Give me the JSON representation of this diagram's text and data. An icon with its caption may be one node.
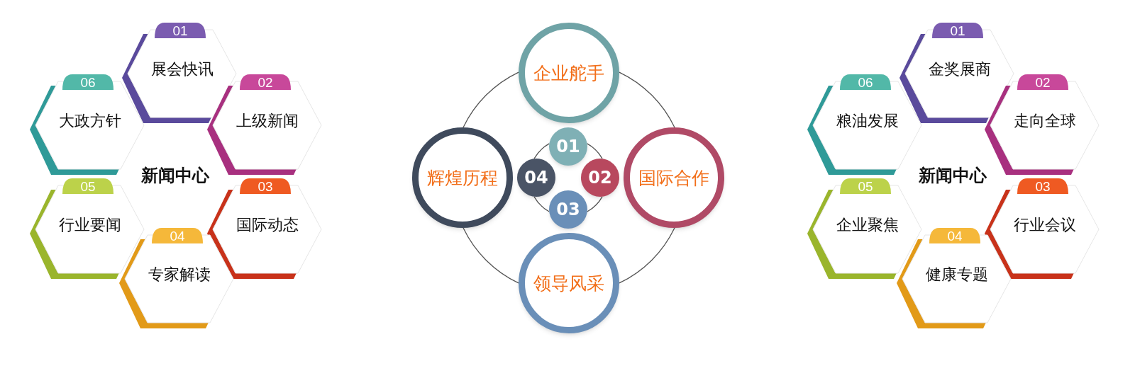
{
  "diagram": {
    "nodes": [
      {
        "text": [
          "01",
          "展会快讯"
        ]
      },
      {
        "text": [
          "02",
          "上级新闻"
        ]
      },
      {
        "text": [
          "03",
          "国际动态"
        ]
      },
      {
        "text": [
          "04",
          "专家解读"
        ]
      },
      {
        "text": [
          "05",
          "行业要闻"
        ]
      },
      {
        "text": [
          "06",
          "大政方针"
        ]
      },
      {
        "text": [
          "企业舵手"
        ]
      },
      {
        "text": [
          "国际合作"
        ]
      },
      {
        "text": [
          "领导风采"
        ]
      },
      {
        "text": [
          "辉煌历程"
        ]
      },
      {
        "text": [
          "01"
        ]
      },
      {
        "text": [
          "02"
        ]
      },
      {
        "text": [
          "03"
        ]
      },
      {
        "text": [
          "04"
        ]
      },
      {
        "text": [
          "01",
          "金奖展商"
        ]
      },
      {
        "text": [
          "02",
          "走向全球"
        ]
      },
      {
        "text": [
          "03",
          "行业会议"
        ]
      },
      {
        "text": [
          "04",
          "健康专题"
        ]
      },
      {
        "text": [
          "05",
          "企业聚焦"
        ]
      },
      {
        "text": [
          "06",
          "粮油发展"
        ]
      }
    ],
    "edges": [
      {
        "from": 6,
        "to": 7,
        "arrow": "none"
      },
      {
        "from": 7,
        "to": 8,
        "arrow": "none"
      },
      {
        "from": 8,
        "to": 9,
        "arrow": "none"
      },
      {
        "from": 9,
        "to": 6,
        "arrow": "none"
      },
      {
        "from": 10,
        "to": 11,
        "arrow": "none"
      },
      {
        "from": 11,
        "to": 12,
        "arrow": "none"
      },
      {
        "from": 12,
        "to": 13,
        "arrow": "none"
      },
      {
        "from": 13,
        "to": 10,
        "arrow": "none"
      }
    ],
    "labels": [
      "新闻中心",
      "新闻中心"
    ]
  }
}
